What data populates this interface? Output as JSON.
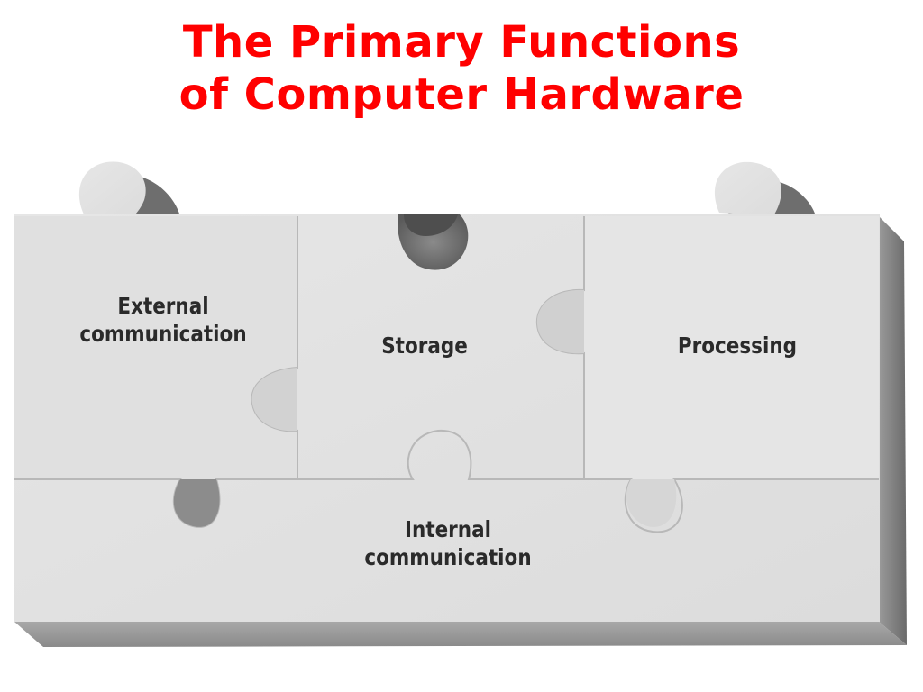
{
  "title": {
    "line1": "The Primary Functions",
    "line2": "of Computer Hardware"
  },
  "pieces": {
    "external": {
      "line1": "External",
      "line2": "communication"
    },
    "storage": {
      "line1": "Storage"
    },
    "processing": {
      "line1": "Processing"
    },
    "internal": {
      "line1": "Internal",
      "line2": "communication"
    }
  },
  "colors": {
    "title": "#ff0000",
    "piece_face": "#e3e3e3",
    "piece_shadow": "#7a7a7a",
    "seam": "#bdbdbd",
    "label": "#2a2a2a"
  }
}
